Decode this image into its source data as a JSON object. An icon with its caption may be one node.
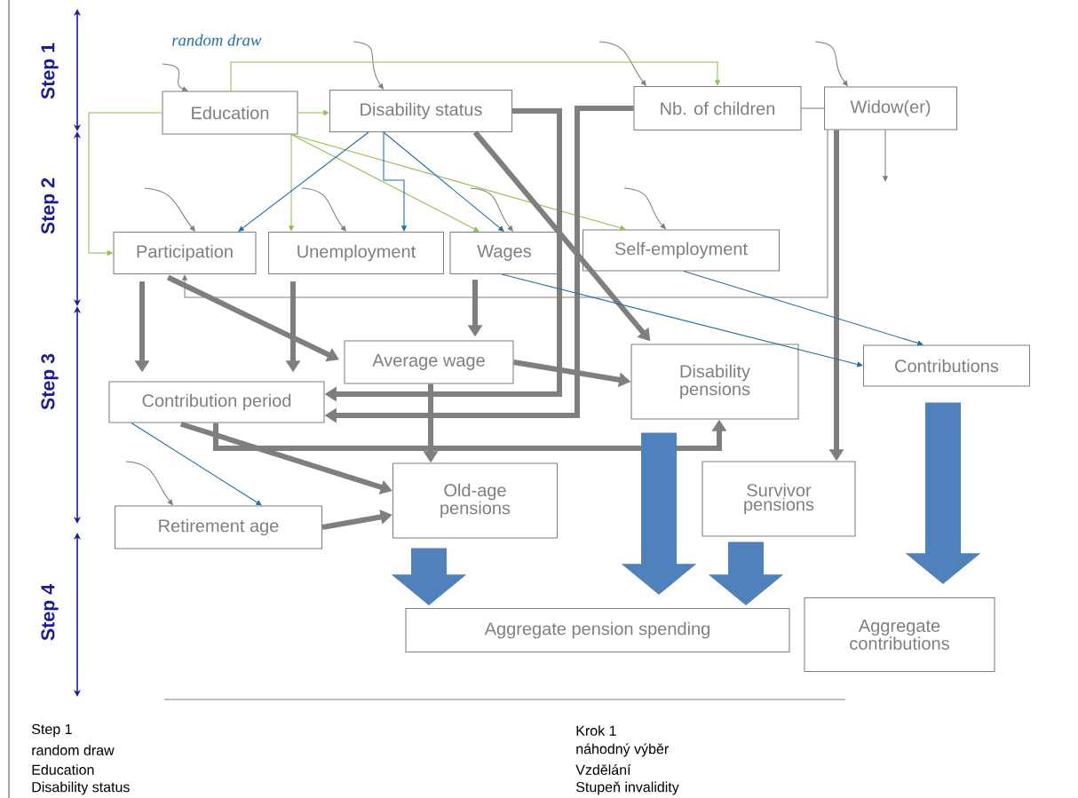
{
  "diagram": {
    "nodes": [
      {
        "text": [
          "Education"
        ]
      },
      {
        "text": [
          "Disability status"
        ]
      },
      {
        "text": [
          "Nb. of children"
        ]
      },
      {
        "text": [
          "Widow(er)"
        ]
      },
      {
        "text": [
          "Participation"
        ]
      },
      {
        "text": [
          "Unemployment"
        ]
      },
      {
        "text": [
          "Wages"
        ]
      },
      {
        "text": [
          "Self-employment"
        ]
      },
      {
        "text": [
          "Average wage"
        ]
      },
      {
        "text": [
          "Disability pensions"
        ]
      },
      {
        "text": [
          "Contributions"
        ]
      },
      {
        "text": [
          "Contribution period"
        ]
      },
      {
        "text": [
          "Old-age pensions"
        ]
      },
      {
        "text": [
          "Survivor pensions"
        ]
      },
      {
        "text": [
          "Retirement age"
        ]
      },
      {
        "text": [
          "Aggregate pension spending"
        ]
      },
      {
        "text": [
          "Aggregate contributions"
        ]
      }
    ],
    "edges": [
      {
        "from": null,
        "to": 0,
        "arrow": "to"
      },
      {
        "from": null,
        "to": 1,
        "arrow": "to"
      },
      {
        "from": null,
        "to": 2,
        "arrow": "to"
      },
      {
        "from": null,
        "to": 3,
        "arrow": "to"
      },
      {
        "from": null,
        "to": 4,
        "arrow": "to"
      },
      {
        "from": null,
        "to": 5,
        "arrow": "to"
      },
      {
        "from": null,
        "to": 6,
        "arrow": "to"
      },
      {
        "from": null,
        "to": 7,
        "arrow": "to"
      },
      {
        "from": null,
        "to": 14,
        "arrow": "to"
      },
      {
        "from": 0,
        "to": 1,
        "arrow": "to",
        "color": "#92c050"
      },
      {
        "from": 0,
        "to": 2,
        "arrow": "to",
        "color": "#92c050"
      },
      {
        "from": 0,
        "to": 4,
        "arrow": "to",
        "color": "#92c050"
      },
      {
        "from": 0,
        "to": 5,
        "arrow": "to",
        "color": "#92c050"
      },
      {
        "from": 0,
        "to": 6,
        "arrow": "to",
        "color": "#92c050"
      },
      {
        "from": 0,
        "to": 7,
        "arrow": "to",
        "color": "#92c050"
      },
      {
        "from": 1,
        "to": 4,
        "arrow": "to",
        "color": "#1f6fa8"
      },
      {
        "from": 1,
        "to": 5,
        "arrow": "to",
        "color": "#1f6fa8"
      },
      {
        "from": 1,
        "to": 6,
        "arrow": "to",
        "color": "#1f6fa8"
      },
      {
        "from": 1,
        "to": 11,
        "arrow": "to",
        "style": "thick"
      },
      {
        "from": 1,
        "to": 9,
        "arrow": "to",
        "style": "thick"
      },
      {
        "from": 2,
        "to": 11,
        "arrow": "to",
        "style": "thick"
      },
      {
        "from": 2,
        "to": 3,
        "arrow": "none"
      },
      {
        "from": 3,
        "to": null,
        "arrow": "to"
      },
      {
        "from": 3,
        "to": 4,
        "arrow": "to"
      },
      {
        "from": 3,
        "to": 13,
        "arrow": "to",
        "style": "thick"
      },
      {
        "from": 4,
        "to": 11,
        "arrow": "to",
        "style": "thick"
      },
      {
        "from": 4,
        "to": 8,
        "arrow": "to",
        "style": "thick"
      },
      {
        "from": 5,
        "to": 11,
        "arrow": "to",
        "style": "thick"
      },
      {
        "from": 6,
        "to": 8,
        "arrow": "to",
        "style": "thick"
      },
      {
        "from": 6,
        "to": 10,
        "arrow": "to",
        "color": "#1f6fa8"
      },
      {
        "from": 7,
        "to": 10,
        "arrow": "to",
        "color": "#1f6fa8"
      },
      {
        "from": 8,
        "to": 9,
        "arrow": "to",
        "style": "thick"
      },
      {
        "from": 8,
        "to": 12,
        "arrow": "to",
        "style": "thick"
      },
      {
        "from": 11,
        "to": 9,
        "arrow": "to",
        "style": "thick"
      },
      {
        "from": 11,
        "to": 12,
        "arrow": "to",
        "style": "thick"
      },
      {
        "from": 11,
        "to": 14,
        "arrow": "to",
        "color": "#1f6fa8"
      },
      {
        "from": 14,
        "to": 12,
        "arrow": "to",
        "style": "thick"
      },
      {
        "from": 12,
        "to": 15,
        "arrow": "to",
        "style": "thick",
        "color": "#4f81bd"
      },
      {
        "from": 9,
        "to": 15,
        "arrow": "to",
        "style": "thick",
        "color": "#4f81bd"
      },
      {
        "from": 13,
        "to": 15,
        "arrow": "to",
        "style": "thick",
        "color": "#4f81bd"
      },
      {
        "from": 10,
        "to": 16,
        "arrow": "to",
        "style": "thick",
        "color": "#4f81bd"
      }
    ],
    "labels": [
      "random draw",
      "Step 1",
      "Step 2",
      "Step 3",
      "Step 4",
      "Step 1",
      "Krok 1",
      "random draw",
      "náhodný výběr",
      "Education",
      "Vzdělání",
      "Disability status",
      "Stupeň invalidity"
    ]
  }
}
